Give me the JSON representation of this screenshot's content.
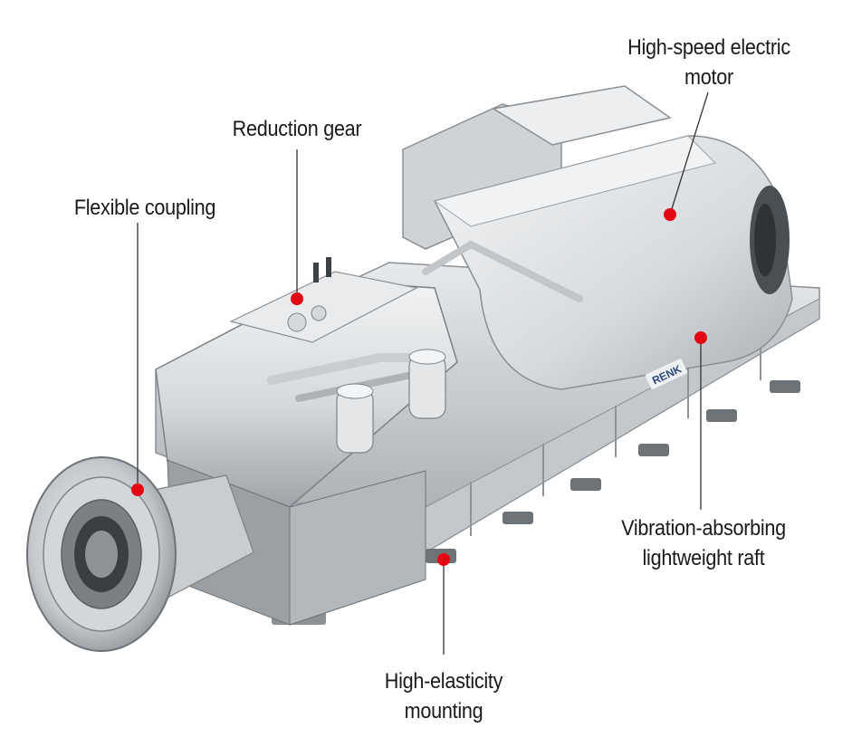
{
  "colors": {
    "background": "#ffffff",
    "marker": "#e30613",
    "leader": "#333333",
    "metal_light": "#dfe2e5",
    "metal_mid": "#b7bcc1",
    "metal_dark": "#5a5f64",
    "text": "#1a1a1a"
  },
  "labels": {
    "motor": [
      "High-speed electric",
      "motor"
    ],
    "gear": "Reduction gear",
    "coupling": "Flexible coupling",
    "raft": [
      "Vibration-absorbing",
      "lightweight raft"
    ],
    "mounting": [
      "High-elasticity",
      "mounting"
    ]
  },
  "logo_text": "RENK"
}
